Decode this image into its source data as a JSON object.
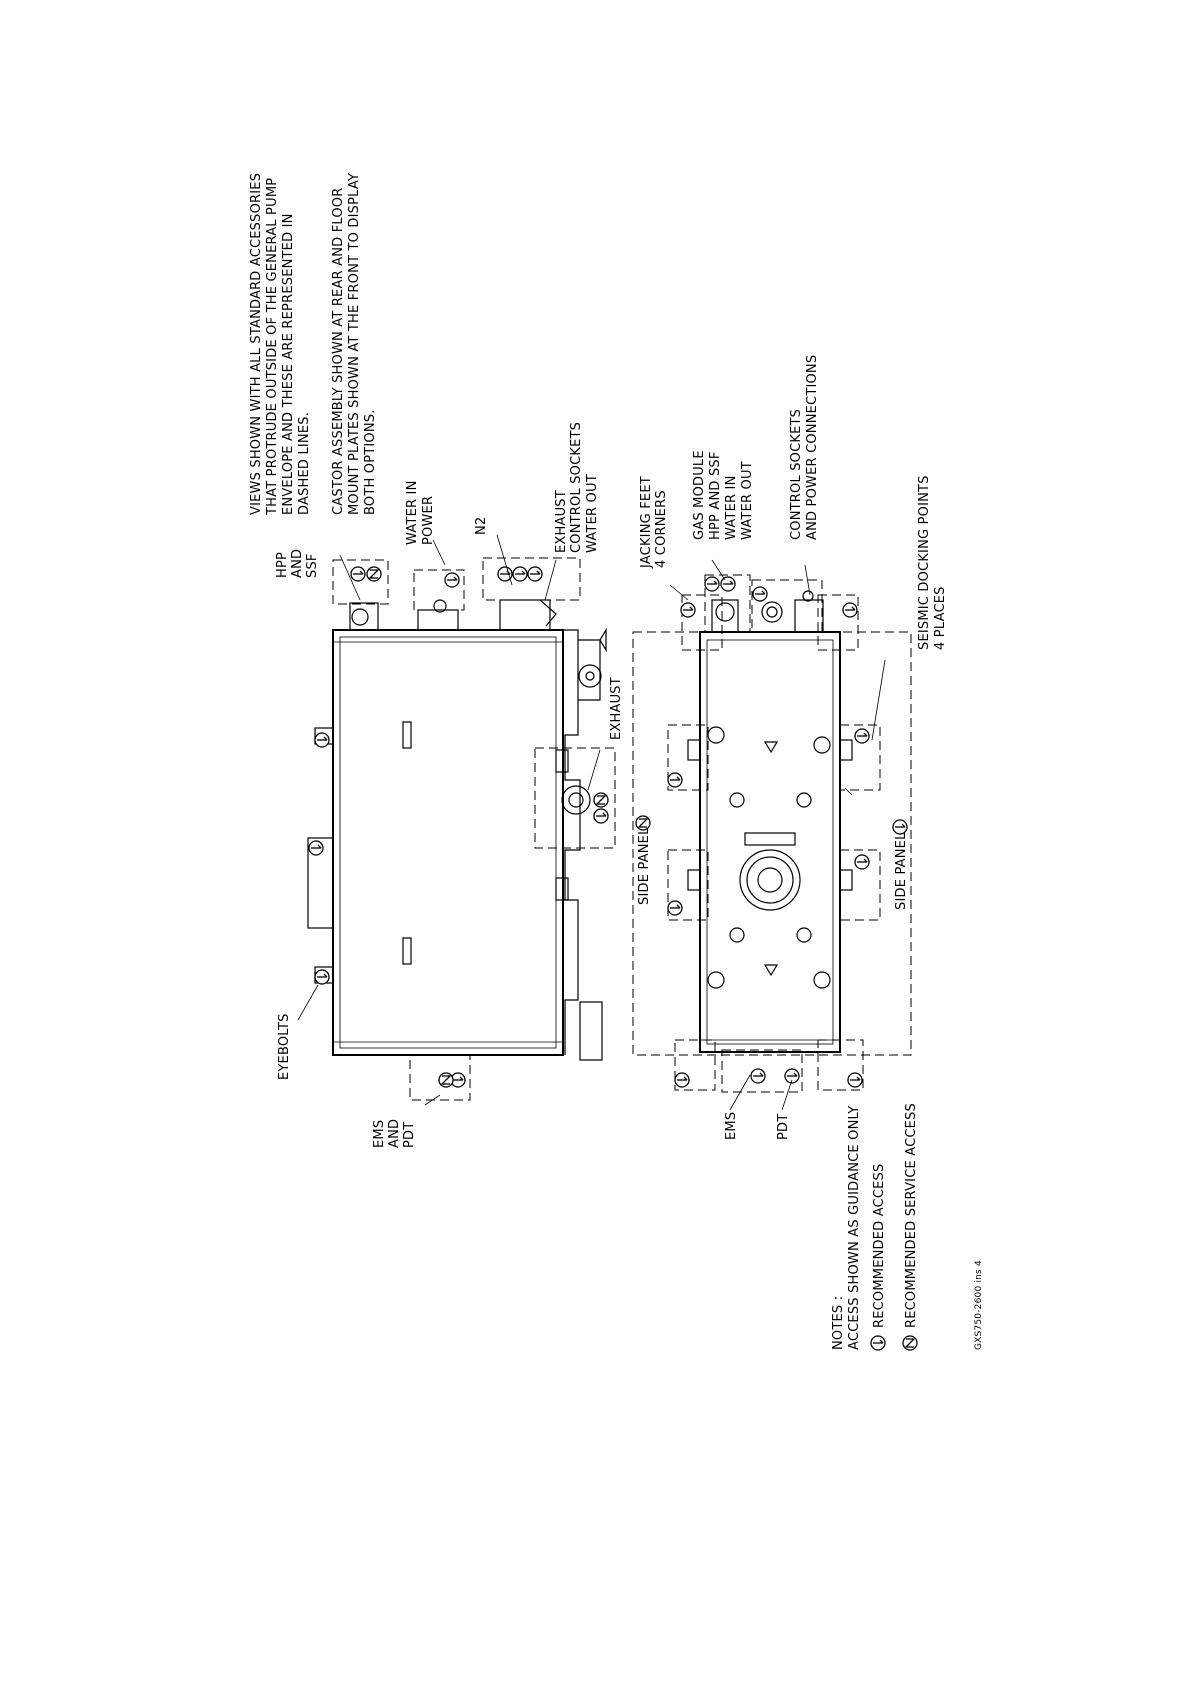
{
  "notes_top": {
    "views_lines": [
      "VIEWS SHOWN WITH ALL STANDARD ACCESSORIES",
      "THAT PROTRUDE OUTSIDE OF THE GENERAL PUMP",
      "ENVELOPE AND THESE ARE REPRESENTED IN",
      "DASHED LINES."
    ],
    "castor_lines": [
      "CASTOR ASSEMBLY SHOWN AT REAR AND FLOOR",
      "MOUNT PLATES SHOWN AT THE FRONT TO DISPLAY",
      "BOTH OPTIONS."
    ]
  },
  "side_view_labels": {
    "hpp_ssf": [
      "HPP",
      "AND",
      "SSF"
    ],
    "water_in_power": [
      "WATER IN",
      "POWER"
    ],
    "n2": "N2",
    "exhaust_control_water": [
      "EXHAUST",
      "CONTROL SOCKETS",
      "WATER OUT"
    ],
    "exhaust": "EXHAUST",
    "eyebolts": "EYEBOLTS",
    "ems_pdt": [
      "EMS",
      "AND",
      "PDT"
    ],
    "side_panel_2": "SIDE PANEL"
  },
  "plan_view_labels": {
    "jacking_feet": [
      "JACKING FEET",
      "4 CORNERS"
    ],
    "gas_module": [
      "GAS MODULE",
      "HPP AND SSF",
      "WATER IN",
      "WATER OUT"
    ],
    "control_power": [
      "CONTROL SOCKETS",
      "AND POWER CONNECTIONS"
    ],
    "seismic": [
      "SEISMIC DOCKING POINTS",
      "4 PLACES"
    ],
    "side_panel_1": "SIDE PANEL",
    "ems": "EMS",
    "pdt": "PDT"
  },
  "legend": {
    "heading": "NOTES :",
    "guidance": "ACCESS SHOWN AS GUIDANCE ONLY",
    "item_1": "RECOMMENDED ACCESS",
    "item_2": "RECOMMENDED SERVICE ACCESS"
  },
  "drawing_ref": "GXS750-2600 ins 4"
}
